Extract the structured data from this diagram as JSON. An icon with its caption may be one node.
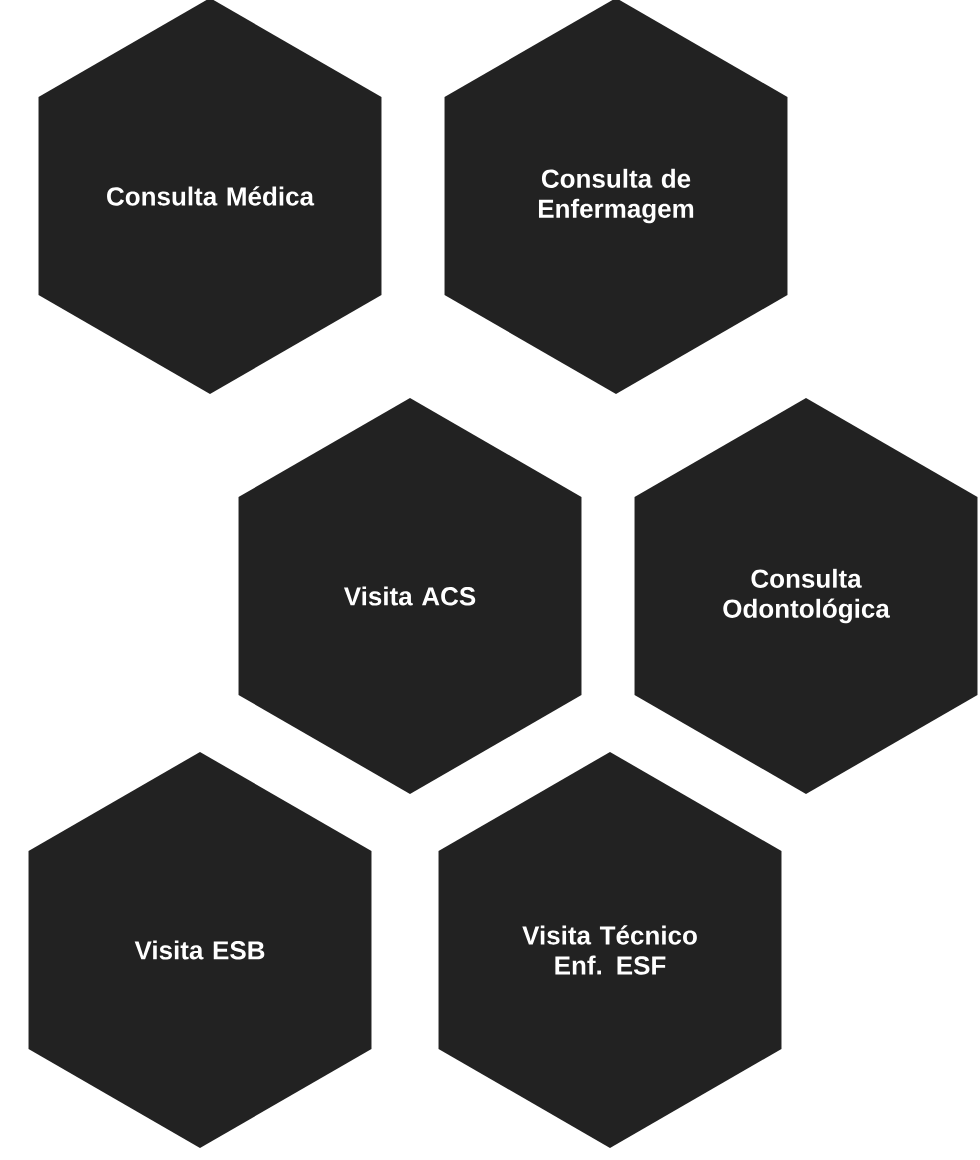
{
  "diagram": {
    "nodes": [
      {
        "text": [
          "Consulta Médica"
        ]
      },
      {
        "text": [
          "Consulta de Enfermagem"
        ]
      },
      {
        "text": [
          "Visita ACS"
        ]
      },
      {
        "text": [
          "Consulta Odontológica"
        ]
      },
      {
        "text": [
          "Visita ESB"
        ]
      },
      {
        "text": [
          "Visita Técnico Enf. ESF"
        ]
      }
    ]
  }
}
